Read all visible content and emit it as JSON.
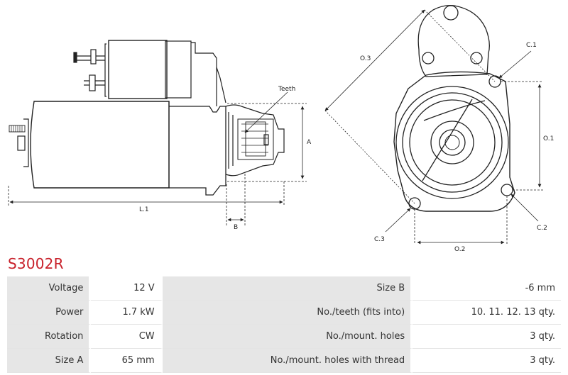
{
  "drawing": {
    "labels": {
      "teeth": "Teeth",
      "a": "A",
      "l1": "L.1",
      "b": "B",
      "o3": "O.3",
      "c1": "C.1",
      "o1": "O.1",
      "c2": "C.2",
      "c3": "C.3",
      "o2": "O.2"
    }
  },
  "product": {
    "code": "S3002R"
  },
  "specs": {
    "rows": [
      {
        "k1": "Voltage",
        "v1": "12 V",
        "k2": "Size B",
        "v2": "-6 mm"
      },
      {
        "k1": "Power",
        "v1": "1.7 kW",
        "k2": "No./teeth (fits into)",
        "v2": "10. 11. 12. 13 qty."
      },
      {
        "k1": "Rotation",
        "v1": "CW",
        "k2": "No./mount. holes",
        "v2": "3 qty."
      },
      {
        "k1": "Size A",
        "v1": "65 mm",
        "k2": "No./mount. holes with thread",
        "v2": "3 qty."
      }
    ]
  }
}
